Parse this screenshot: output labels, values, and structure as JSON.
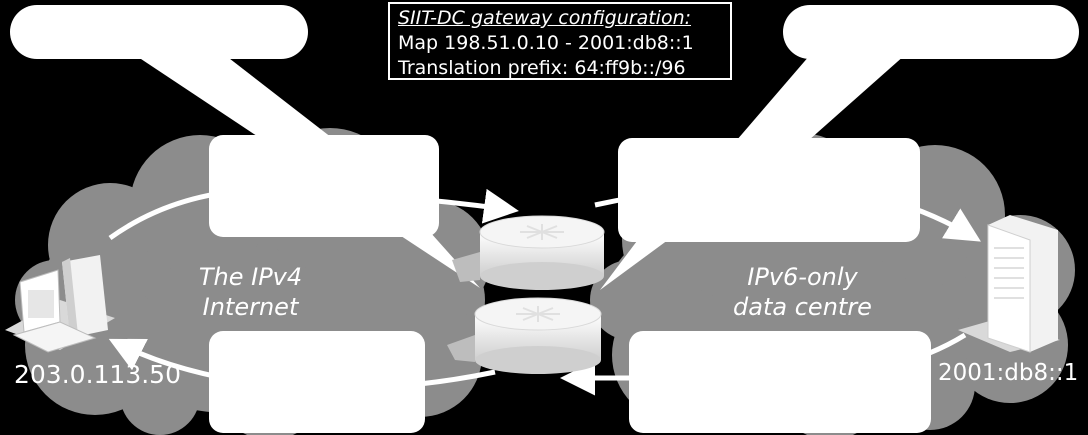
{
  "config": {
    "title": "SIIT-DC gateway configuration:",
    "line1": "Map 198.51.0.10 - 2001:db8::1",
    "line2": "Translation prefix: 64:ff9b::/96"
  },
  "left_cloud": {
    "line1": "The IPv4",
    "line2": "Internet"
  },
  "right_cloud": {
    "line1": "IPv6-only",
    "line2": "data centre"
  },
  "left_host": {
    "address": "203.0.113.50"
  },
  "right_host": {
    "address": "2001:db8::1"
  },
  "colors": {
    "background": "#000000",
    "cloud": "#8c8c8c",
    "foreground": "#ffffff"
  }
}
